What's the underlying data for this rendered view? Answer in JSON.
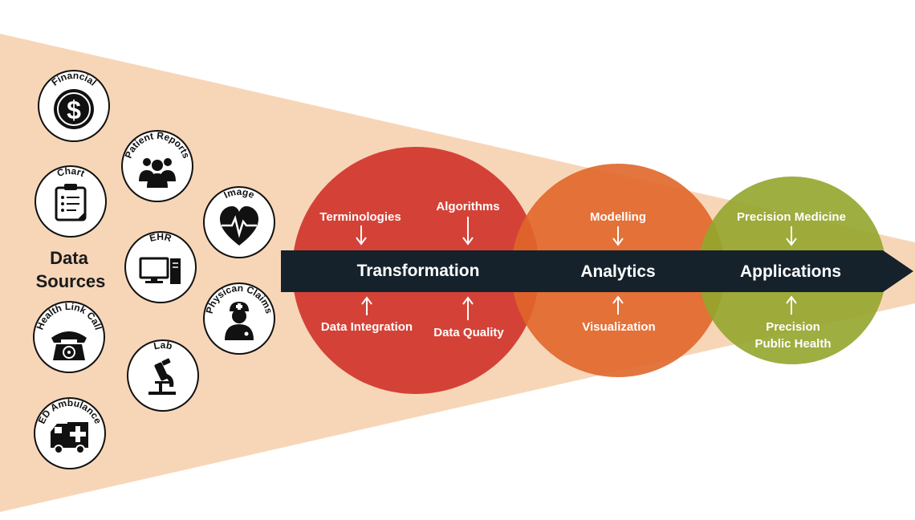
{
  "data_sources": {
    "title_line1": "Data",
    "title_line2": "Sources",
    "items": [
      {
        "label": "Financial",
        "icon": "dollar-icon"
      },
      {
        "label": "Patient Reports",
        "icon": "people-icon"
      },
      {
        "label": "Chart",
        "icon": "clipboard-icon"
      },
      {
        "label": "Image",
        "icon": "heart-pulse-icon"
      },
      {
        "label": "EHR",
        "icon": "computer-icon"
      },
      {
        "label": "Physican Claims",
        "icon": "doctor-icon"
      },
      {
        "label": "Health Link Call",
        "icon": "telephone-icon"
      },
      {
        "label": "Lab",
        "icon": "microscope-icon"
      },
      {
        "label": "ED Ambulance",
        "icon": "ambulance-icon"
      }
    ]
  },
  "stages": {
    "transformation": {
      "title": "Transformation",
      "color": "#d23a2f",
      "inputs_top": [
        "Terminologies",
        "Algorithms"
      ],
      "inputs_bottom": [
        "Data Integration",
        "Data Quality"
      ]
    },
    "analytics": {
      "title": "Analytics",
      "color": "#e0662a",
      "inputs_top": [
        "Modelling"
      ],
      "inputs_bottom": [
        "Visualization"
      ]
    },
    "applications": {
      "title": "Applications",
      "color": "#93a52c",
      "inputs_top": [
        "Precision Medicine"
      ],
      "inputs_bottom_line1": "Precision",
      "inputs_bottom_line2": "Public Health"
    }
  },
  "colors": {
    "funnel": "#f7d6b8",
    "arrow_band": "#15222b",
    "icon_dark": "#111111"
  }
}
